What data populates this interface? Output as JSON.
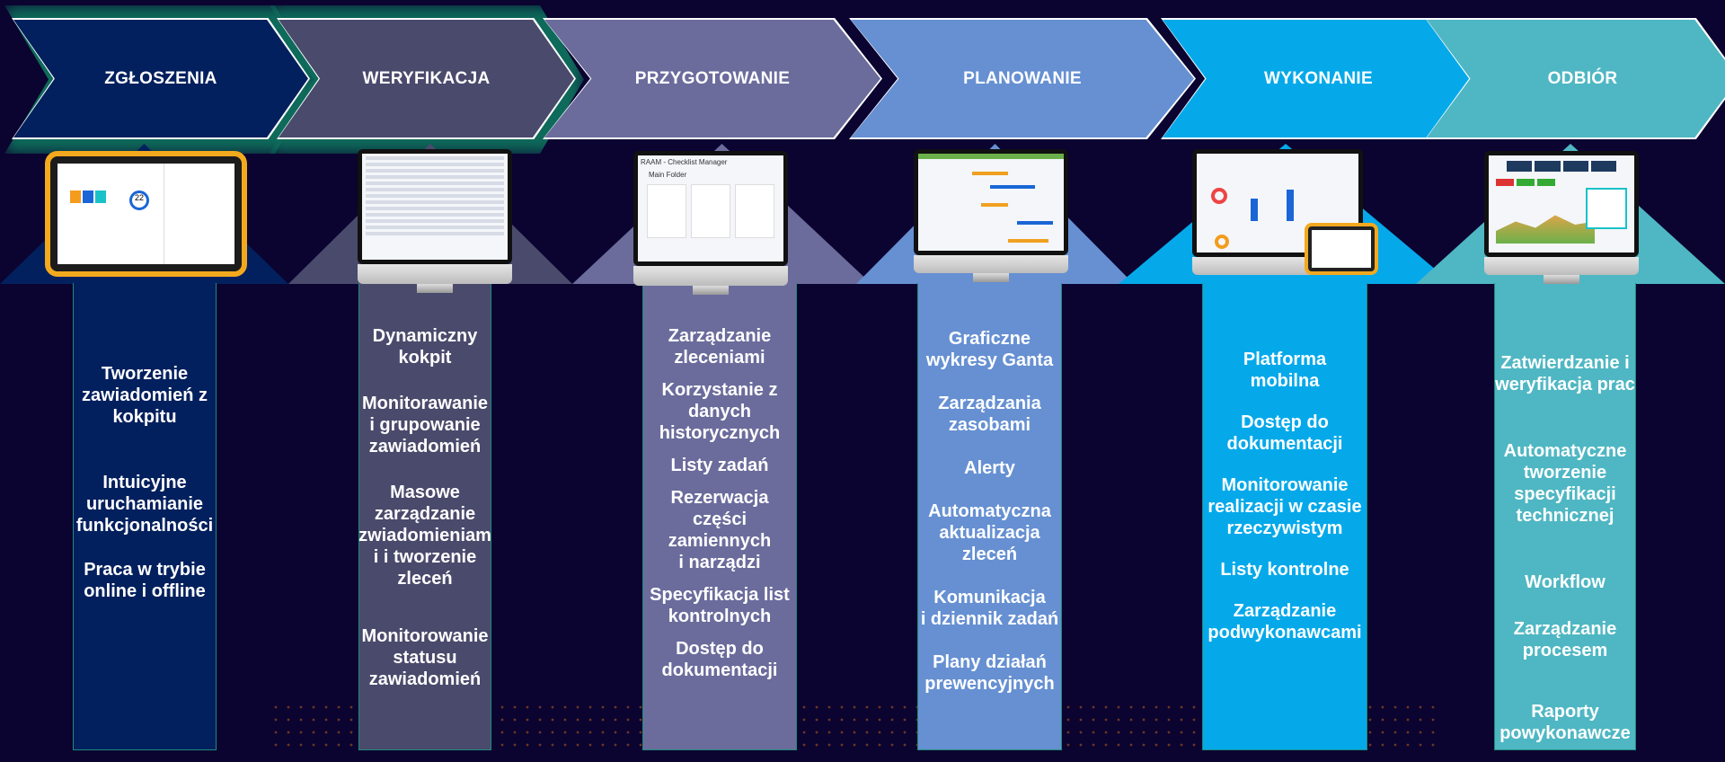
{
  "stages": [
    {
      "title": "ZGŁOSZENIA",
      "color": "#03205e",
      "items": [
        "Tworzenie\nzawiadomień z\nkokpitu",
        "Intuicyjne\nuruchamianie\nfunkcjonalności",
        "Praca w trybie\nonline i offline"
      ]
    },
    {
      "title": "WERYFIKACJA",
      "color": "#4a4a6c",
      "items": [
        "Dynamiczny\nkokpit",
        "Monitorawanie\ni grupowanie\nzawiadomień",
        "Masowe\nzarządzanie\nzwiadomieniam\ni i tworzenie\nzleceń",
        "Monitorowanie\nstatusu\nzawiadomień"
      ]
    },
    {
      "title": "PRZYGOTOWANIE",
      "color": "#6b6c9c",
      "items": [
        "Zarządzanie\nzleceniami",
        "Korzystanie z\ndanych\nhistorycznych",
        "Listy zadań",
        "Rezerwacja\nczęści\nzamiennych\ni narządzi",
        "Specyfikacja list\nkontrolnych",
        "Dostęp do\ndokumentacji"
      ]
    },
    {
      "title": "PLANOWANIE",
      "color": "#6690d2",
      "items": [
        "Graficzne\nwykresy Ganta",
        "Zarządzania\nzasobami",
        "Alerty",
        "Automatyczna\naktualizacja\nzleceń",
        "Komunikacja\ni dziennik zadań",
        "Plany działań\nprewencyjnych"
      ]
    },
    {
      "title": "WYKONANIE",
      "color": "#05a9ea",
      "items": [
        "Platforma\nmobilna",
        "Dostęp do\ndokumentacji",
        "Monitorowanie\nrealizacji w czasie\nrzeczywistym",
        "Listy kontrolne",
        "Zarządzanie\npodwykonawcami"
      ]
    },
    {
      "title": "ODBIÓR",
      "color": "#4fb7c3",
      "items": [
        "Zatwierdzanie i\nweryfikacja prac",
        "Automatyczne\ntworzenie\nspecyfikacji\ntechnicznej",
        "Workflow",
        "Zarządzanie\nprocesem",
        "Raporty\npowykonawcze"
      ]
    }
  ],
  "screens": {
    "checklist_title": "RAAM - Checklist Manager",
    "folder": "Main Folder",
    "kpi": "22"
  }
}
